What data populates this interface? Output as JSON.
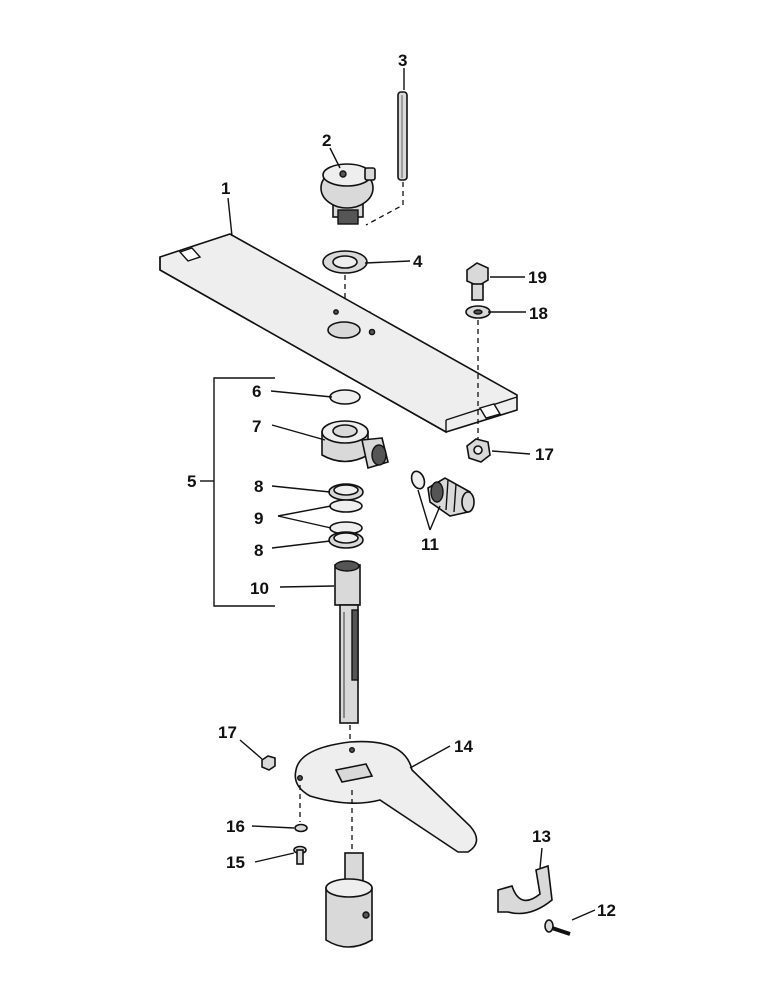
{
  "callouts": {
    "c1": "1",
    "c2": "2",
    "c3": "3",
    "c4": "4",
    "c5": "5",
    "c6": "6",
    "c7": "7",
    "c8a": "8",
    "c9": "9",
    "c8b": "8",
    "c10": "10",
    "c11": "11",
    "c12": "12",
    "c13": "13",
    "c14": "14",
    "c15": "15",
    "c16": "16",
    "c17a": "17",
    "c17b": "17",
    "c18": "18",
    "c19": "19"
  }
}
